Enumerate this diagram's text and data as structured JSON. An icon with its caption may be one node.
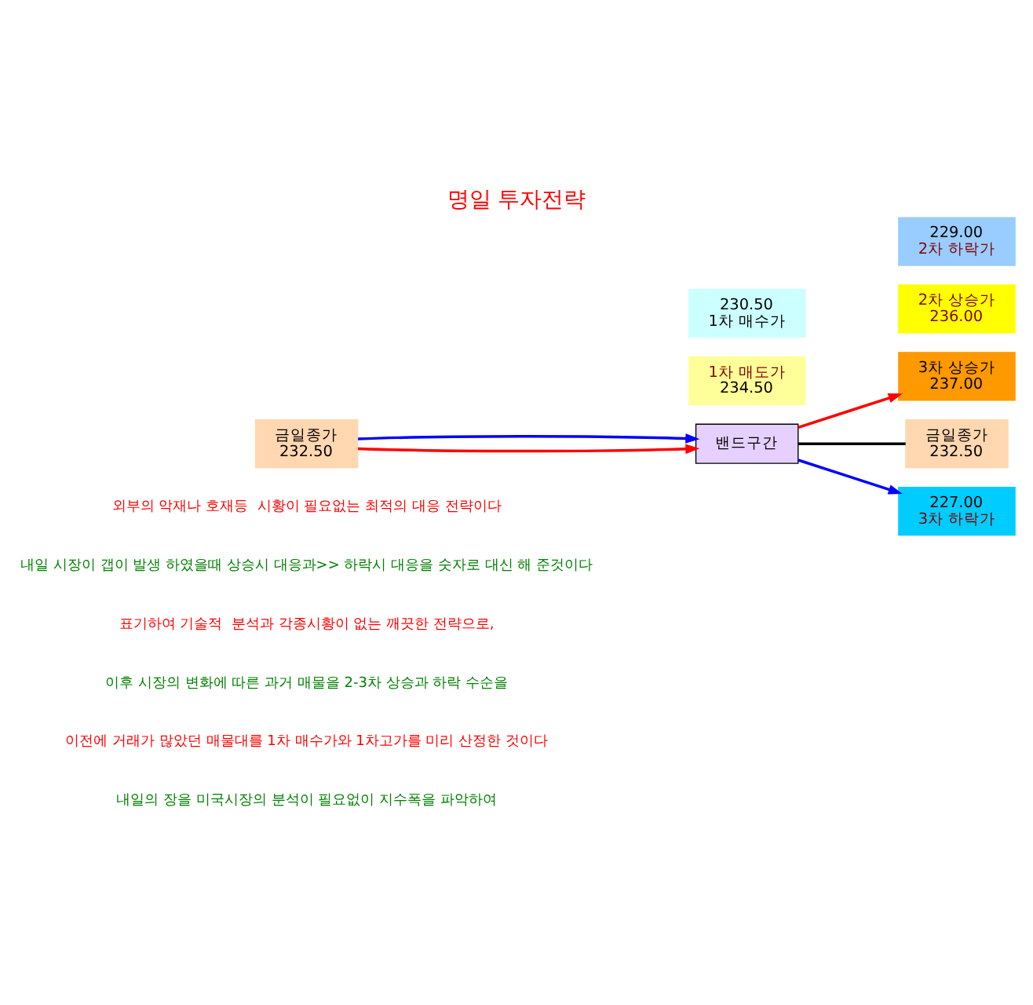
{
  "diagram": {
    "title": "명일 투자전략",
    "nodes": [
      {
        "text": [
          "금일종가",
          "232.50"
        ]
      },
      {
        "text": [
          "밴드구간"
        ]
      },
      {
        "text": [
          "1차 매도가",
          "234.50"
        ]
      },
      {
        "text": [
          "2차 상승가",
          "236.00"
        ]
      },
      {
        "text": [
          "3차 상승가",
          "237.00"
        ]
      },
      {
        "text": [
          "230.50",
          "1차 매수가"
        ]
      },
      {
        "text": [
          "229.00",
          "2차 하락가"
        ]
      },
      {
        "text": [
          "227.00",
          "3차 하락가"
        ]
      },
      {
        "text": [
          "금일종가",
          "232.50"
        ]
      }
    ],
    "edges": [
      {
        "from": 0,
        "to": 1,
        "arrow": "to",
        "color": "#ff0000"
      },
      {
        "from": 0,
        "to": 1,
        "arrow": "to",
        "color": "#0000ff"
      },
      {
        "from": 1,
        "to": 4,
        "arrow": "to",
        "color": "#ff0000"
      },
      {
        "from": 1,
        "to": 8,
        "arrow": "none",
        "color": "#000000"
      },
      {
        "from": 1,
        "to": 7,
        "arrow": "to",
        "color": "#0000ff"
      }
    ],
    "labels": [
      "내일의 장을 미국시장의 분석이 필요없이 지수폭을 파악하여",
      "이전에 거래가 많았던 매물대를 1차 매수가와 1차고가를 미리 산정한 것이다",
      "이후 시장의 변화에 따른 과거 매물을 2-3차 상승과 하락 수순을",
      "표기하여 기술적  분석과 각종시황이 없는 깨끗한 전략으로,",
      "내일 시장이 갭이 발생 하였을때 상승시 대응과>> 하락시 대응을 숫자로 대신 해 준것이다",
      "외부의 악재나 호재등  시황이 필요없는 최적의 대응 전략이다"
    ]
  }
}
